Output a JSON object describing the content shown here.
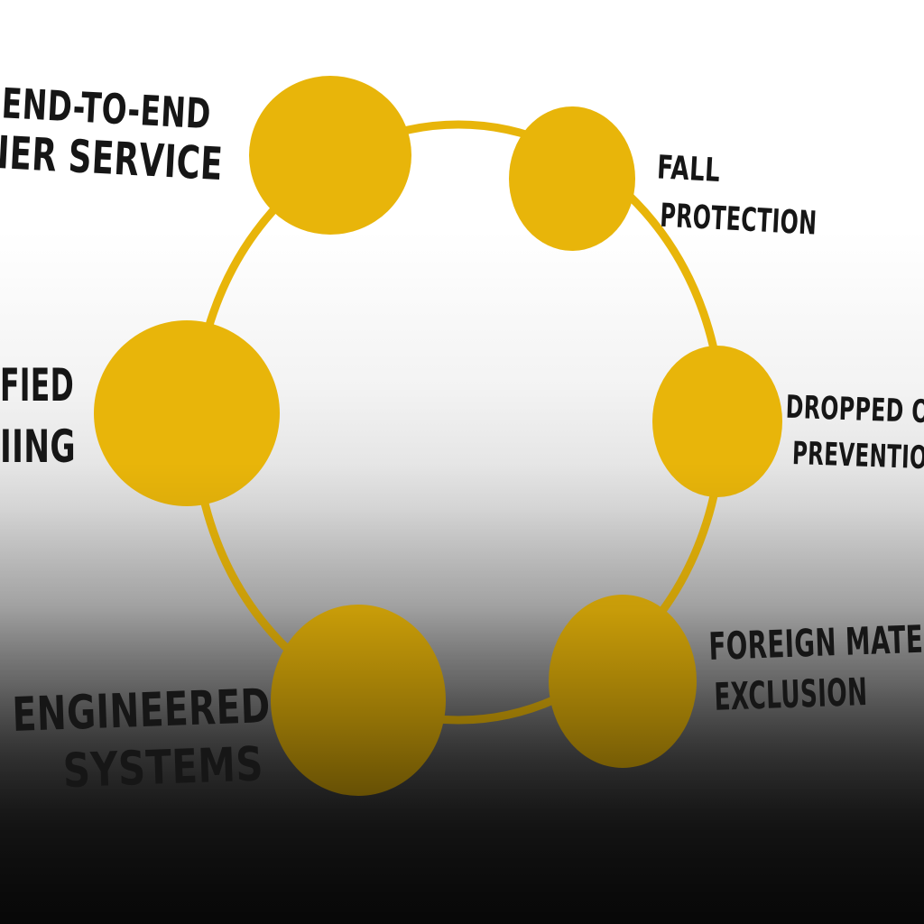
{
  "diagram": {
    "ring_color": "#e8b50a",
    "label_color": "#161616",
    "nodes": [
      {
        "id": "customer-service",
        "line1": "END-TO-END",
        "line2": "IER SERVICE"
      },
      {
        "id": "fall-protection",
        "line1": "FALL",
        "line2": "PROTECTION"
      },
      {
        "id": "dropped-object-prevention",
        "line1": "DROPPED O",
        "line2": "PREVENTIO"
      },
      {
        "id": "foreign-material-exclusion",
        "line1": "FOREIGN MATERI",
        "line2": "EXCLUSION"
      },
      {
        "id": "engineered-systems",
        "line1": "ENGINEERED",
        "line2": "SYSTEMS"
      },
      {
        "id": "certified-training",
        "line1": "FIED",
        "line2": "IING"
      }
    ]
  }
}
